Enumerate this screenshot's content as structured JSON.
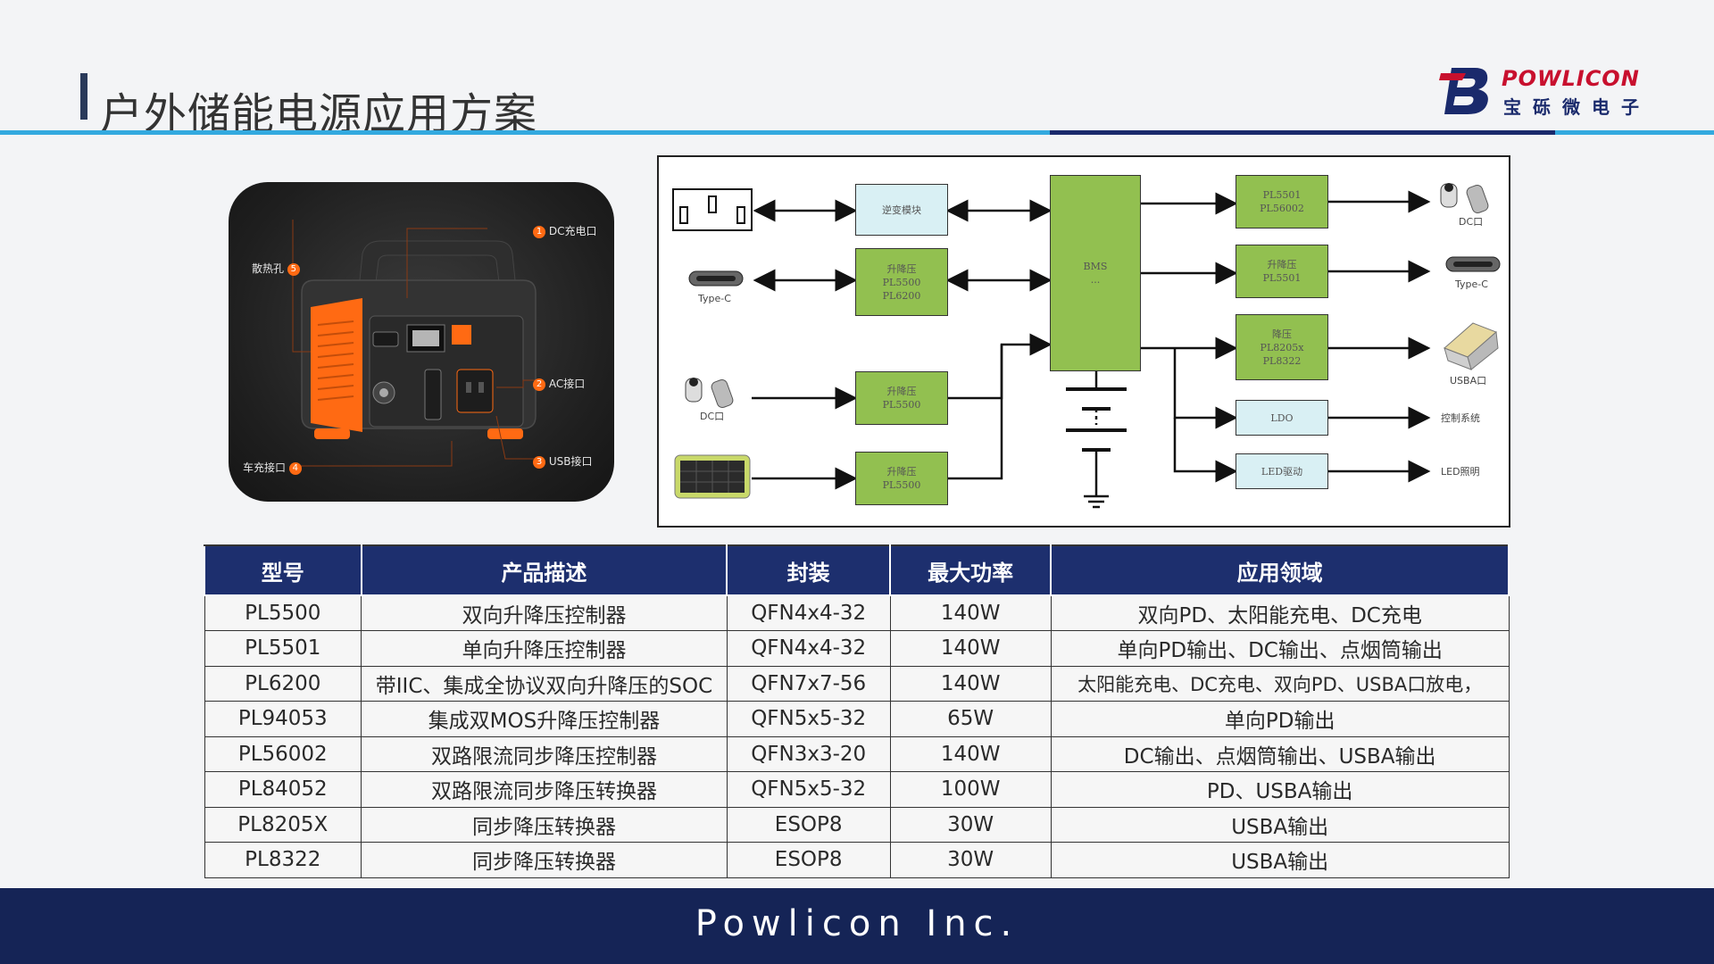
{
  "title": "户外储能电源应用方案",
  "logo": {
    "en": "POWLICON",
    "cn": "宝砾微电子"
  },
  "colors": {
    "accent_blue": "#33a9df",
    "navy": "#1a2a6c",
    "header_navy": "#1d2f6e",
    "footer_navy": "#152456",
    "block_green": "#92c050",
    "block_cyan": "#d9f0f4",
    "device_orange": "#ff6a13"
  },
  "product": {
    "callouts": [
      {
        "num": "1",
        "label": "DC充电口"
      },
      {
        "num": "2",
        "label": "AC接口"
      },
      {
        "num": "3",
        "label": "USB接口"
      },
      {
        "num": "4",
        "label": "车充接口"
      },
      {
        "num": "5",
        "label": "散热孔"
      }
    ]
  },
  "diagram": {
    "blocks": {
      "inverter": "逆变模块",
      "bidir": [
        "升降压",
        "PL5500",
        "PL6200"
      ],
      "boost_dc": [
        "升降压",
        "PL5500"
      ],
      "boost_solar": [
        "升降压",
        "PL5500"
      ],
      "bms": [
        "BMS",
        "..."
      ],
      "out_dc": [
        "PL5501",
        "PL56002"
      ],
      "out_typec": [
        "升降压",
        "PL5501"
      ],
      "out_usba": [
        "降压",
        "PL8205x",
        "PL8322"
      ],
      "ldo": "LDO",
      "led": "LED驱动"
    },
    "labels": {
      "typec_in": "Type-C",
      "dc_in": "DC口",
      "dc_out": "DC口",
      "typec_out": "Type-C",
      "usba_out": "USBA口",
      "ctrl": "控制系统",
      "light": "LED照明"
    },
    "icons": [
      "ac-socket-icon",
      "usb-c-icon",
      "dc-plug-icon",
      "solar-panel-icon",
      "battery-icon",
      "usb-a-icon"
    ]
  },
  "table": {
    "headers": [
      "型号",
      "产品描述",
      "封装",
      "最大功率",
      "应用领域"
    ],
    "rows": [
      [
        "PL5500",
        "双向升降压控制器",
        "QFN4x4-32",
        "140W",
        "双向PD、太阳能充电、DC充电"
      ],
      [
        "PL5501",
        "单向升降压控制器",
        "QFN4x4-32",
        "140W",
        "单向PD输出、DC输出、点烟筒输出"
      ],
      [
        "PL6200",
        "带IIC、集成全协议双向升降压的SOC",
        "QFN7x7-56",
        "140W",
        "太阳能充电、DC充电、双向PD、USBA口放电，"
      ],
      [
        "PL94053",
        "集成双MOS升降压控制器",
        "QFN5x5-32",
        "65W",
        "单向PD输出"
      ],
      [
        "PL56002",
        "双路限流同步降压控制器",
        "QFN3x3-20",
        "140W",
        "DC输出、点烟筒输出、USBA输出"
      ],
      [
        "PL84052",
        "双路限流同步降压转换器",
        "QFN5x5-32",
        "100W",
        "PD、USBA输出"
      ],
      [
        "PL8205X",
        "同步降压转换器",
        "ESOP8",
        "30W",
        "USBA输出"
      ],
      [
        "PL8322",
        "同步降压转换器",
        "ESOP8",
        "30W",
        "USBA输出"
      ]
    ]
  },
  "footer": "Powlicon Inc."
}
